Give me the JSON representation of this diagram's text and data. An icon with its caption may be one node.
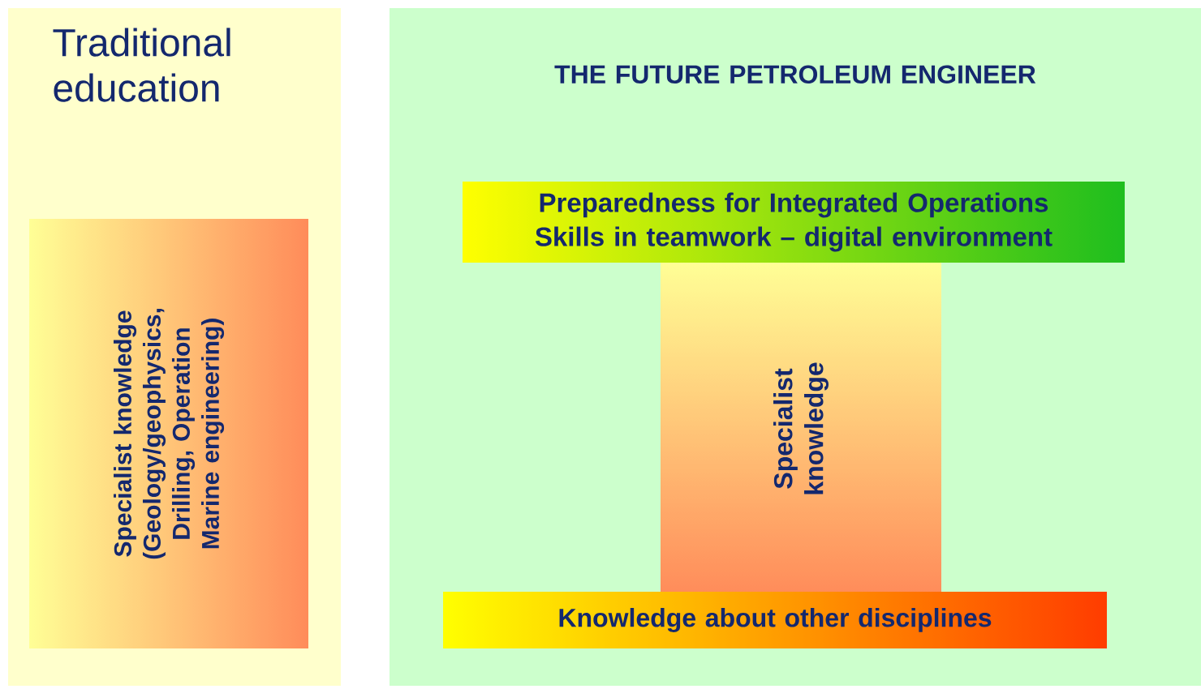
{
  "diagram": {
    "nodes": [
      {
        "text": [
          "Traditional education"
        ]
      },
      {
        "text": [
          "Specialist knowledge (Geology/geophysics, Drilling, Operation Marine engineering)"
        ],
        "in": 0
      },
      {
        "text": [
          "THE FUTURE PETROLEUM ENGINEER"
        ]
      },
      {
        "text": [
          "Preparedness for Integrated Operations Skills in teamwork – digital environment"
        ],
        "in": 2
      },
      {
        "text": [
          "Specialist knowledge"
        ],
        "in": 2
      },
      {
        "text": [
          "Knowledge about other disciplines"
        ],
        "in": 2
      }
    ]
  }
}
